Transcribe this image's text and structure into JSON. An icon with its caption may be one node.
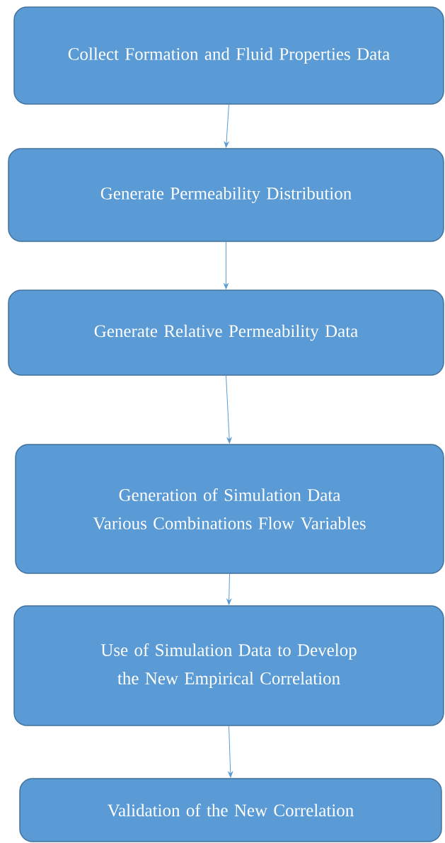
{
  "diagram": {
    "nodes": [
      {
        "text": [
          "Collect Formation and Fluid Properties Data"
        ]
      },
      {
        "text": [
          "Generate Permeability Distribution"
        ]
      },
      {
        "text": [
          "Generate Relative Permeability Data"
        ]
      },
      {
        "text": [
          "Generation of Simulation Data Various Combinations Flow Variables"
        ]
      },
      {
        "text": [
          "Use of Simulation Data to Develop the New Empirical Correlation"
        ]
      },
      {
        "text": [
          "Validation of the New Correlation"
        ]
      }
    ],
    "edges": [
      {
        "from": 0,
        "to": 1,
        "arrow": "to"
      },
      {
        "from": 1,
        "to": 2,
        "arrow": "to"
      },
      {
        "from": 2,
        "to": 3,
        "arrow": "to"
      },
      {
        "from": 3,
        "to": 4,
        "arrow": "to"
      },
      {
        "from": 4,
        "to": 5,
        "arrow": "to"
      }
    ]
  }
}
